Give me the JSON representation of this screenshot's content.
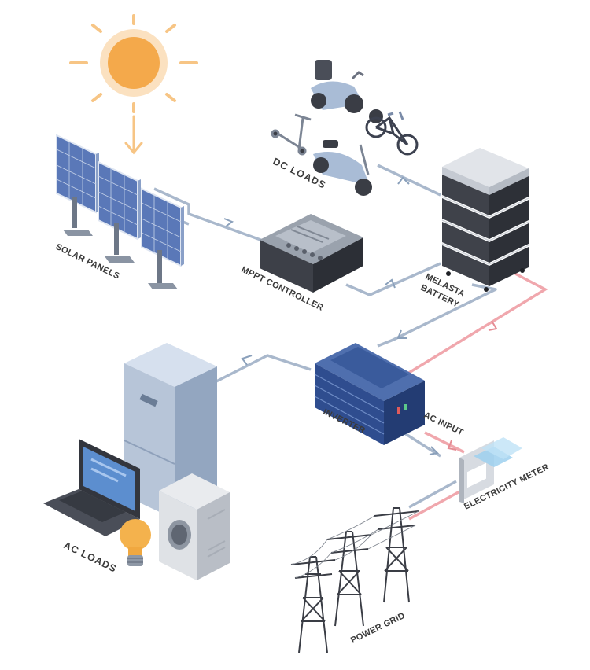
{
  "labels": {
    "solar_panels": "SOLAR PANELS",
    "mppt_controller": "MPPT CONTROLLER",
    "dc_loads": "DC LOADS",
    "battery_line1": "MELASTA",
    "battery_line2": "BATTERY",
    "inverter": "INVERTER",
    "ac_input": "AC INPUT",
    "electricity_meter": "ELECTRICITY METER",
    "ac_loads": "AC LOADS",
    "power_grid": "POWER GRID"
  },
  "colors": {
    "dc_line": "#a9b8cc",
    "ac_line": "#f0a7ad",
    "sun": "#f4a94b",
    "sun_rays": "#f7c585",
    "solar_cell": "#5a78b8",
    "inverter": "#2f4d8f",
    "battery": "#4a4d55",
    "fridge": "#b7c5d8",
    "text": "#3a3a3a"
  },
  "icons": [
    "sun-icon",
    "solar-panel-icon",
    "mppt-controller-icon",
    "battery-icon",
    "inverter-icon",
    "electricity-meter-icon",
    "fridge-icon",
    "laptop-icon",
    "light-bulb-icon",
    "washing-machine-icon",
    "power-tower-icon",
    "mobility-scooter-icon",
    "kick-scooter-icon",
    "bicycle-icon",
    "electric-scooter-icon"
  ]
}
